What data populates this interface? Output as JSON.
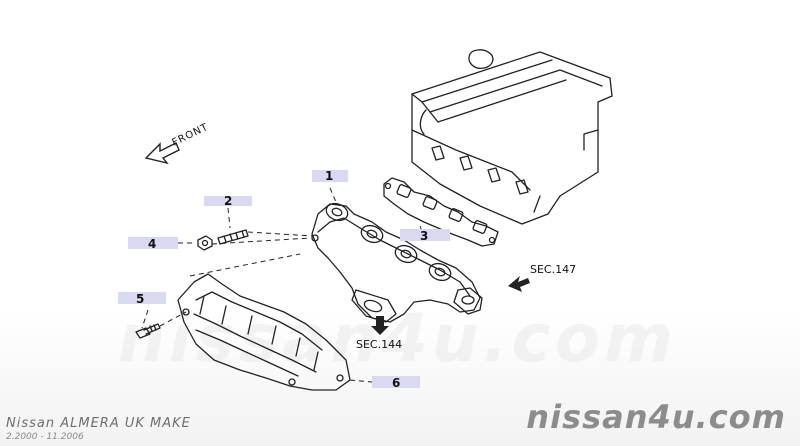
{
  "callouts": {
    "c1": "1",
    "c2": "2",
    "c3": "3",
    "c4": "4",
    "c5": "5",
    "c6": "6"
  },
  "front_label": "FRONT",
  "sec_147": "SEC.147",
  "sec_144": "SEC.144",
  "watermark": "nissan4u.com",
  "footer": {
    "title": "Nissan ALMERA UK MAKE",
    "date_range": "2.2000 - 11.2006",
    "brand": "nissan4u.com"
  },
  "colors": {
    "callout_highlight": "#d9d9f2",
    "line_art": "#222222"
  }
}
